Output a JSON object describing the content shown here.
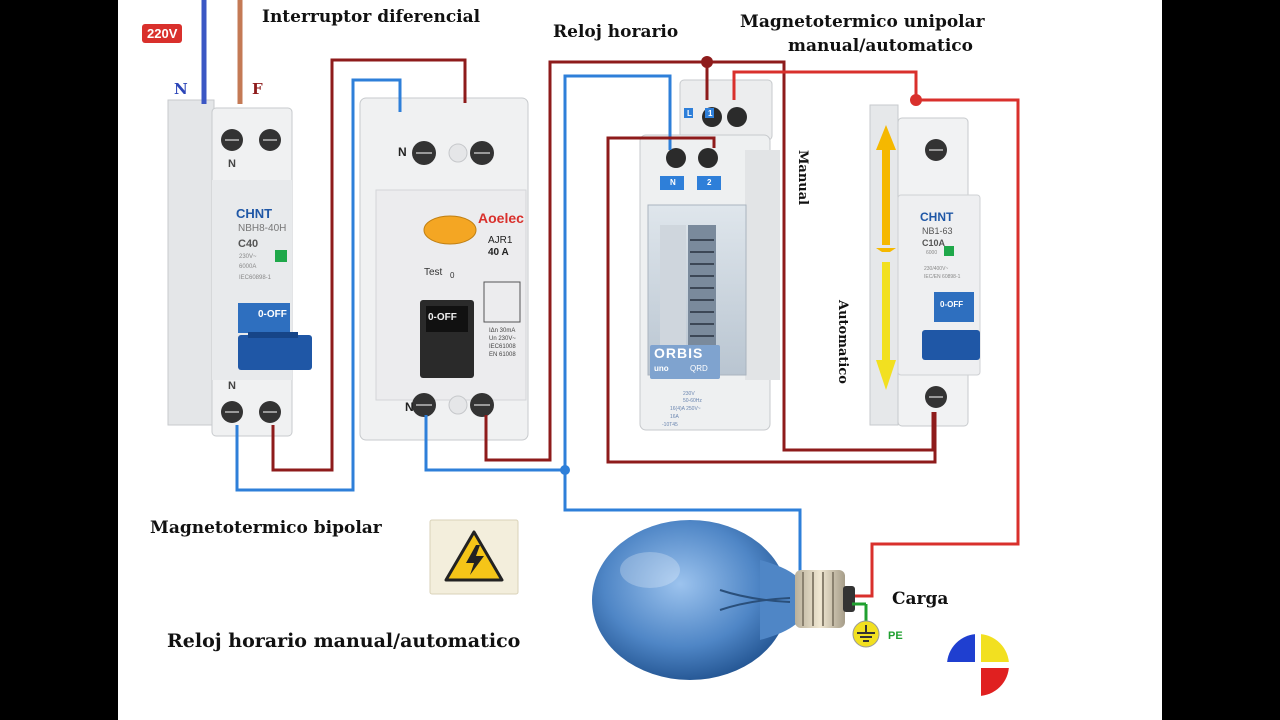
{
  "supply": {
    "voltage_badge": "220V",
    "neutral_label": "N",
    "phase_label": "F"
  },
  "labels": {
    "rcd_title": "Interruptor diferencial",
    "timer_title": "Reloj horario",
    "mcb1p_title_line1": "Magnetotermico unipolar",
    "mcb1p_title_line2": "manual/automatico",
    "mcb2p_title": "Magnetotermico bipolar",
    "bottom_title": "Reloj horario manual/automatico",
    "load_label": "Carga",
    "earth_label": "PE",
    "manual_label": "Manual",
    "auto_label": "Automatico"
  },
  "devices": {
    "mcb_bipolar": {
      "brand": "CHNT",
      "model": "NBH8-40H",
      "rating": "C40",
      "handle": "0-OFF",
      "terminal_n_top": "N",
      "terminal_n_bottom": "N",
      "spec_lines": [
        "230V~",
        "6000A",
        "IEC60898-1"
      ]
    },
    "rcd": {
      "brand": "Aoelec",
      "model": "AJR1",
      "rating": "40 A",
      "test_label": "Test",
      "handle": "0-OFF",
      "terminal_n_top": "N",
      "terminal_n_bottom": "N",
      "spec_lines": [
        "IΔn 30mA",
        "Un 230V~",
        "IEC61008",
        "EN 61008"
      ]
    },
    "timer": {
      "brand": "ORBIS",
      "sub_brand": "uno",
      "sub_model": "QRD",
      "terminal_labels": [
        "L",
        "1",
        "N",
        "2"
      ],
      "spec_lines": [
        "230V",
        "50-60Hz",
        "16(4)A 250V~",
        "16A",
        "-10T45"
      ]
    },
    "mcb_unipolar": {
      "brand": "CHNT",
      "model": "NB1-63",
      "rating": "C10A",
      "handle": "0-OFF",
      "spec_lines": [
        "230/400V~",
        "IEC/EN 60898-1",
        "6000"
      ]
    }
  },
  "colors": {
    "neutral_wire": "#2e7fd9",
    "phase_wire": "#8e1b1b",
    "switched_wire": "#d9302c",
    "manual_arrow": "#f5b800",
    "auto_arrow": "#f2e020",
    "bulb": "#4f86c6"
  }
}
